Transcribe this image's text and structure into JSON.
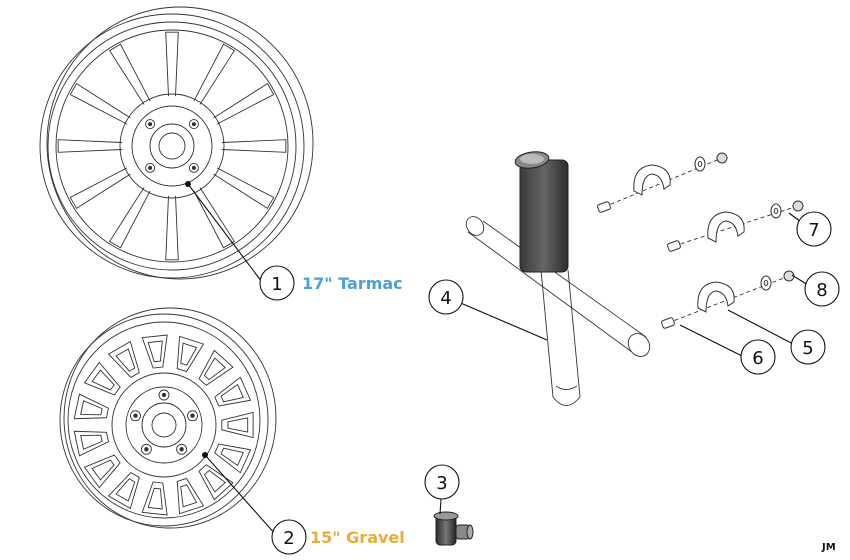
{
  "callouts": [
    {
      "id": "1",
      "text": "1"
    },
    {
      "id": "2",
      "text": "2"
    },
    {
      "id": "3",
      "text": "3"
    },
    {
      "id": "4",
      "text": "4"
    },
    {
      "id": "5",
      "text": "5"
    },
    {
      "id": "6",
      "text": "6"
    },
    {
      "id": "7",
      "text": "7"
    },
    {
      "id": "8",
      "text": "8"
    }
  ],
  "wheels": {
    "tarmac": {
      "label": "17\" Tarmac",
      "color": "#4a9fdc"
    },
    "gravel": {
      "label": "15\" Gravel",
      "color": "#e9ac3a"
    }
  },
  "signature": "JM"
}
